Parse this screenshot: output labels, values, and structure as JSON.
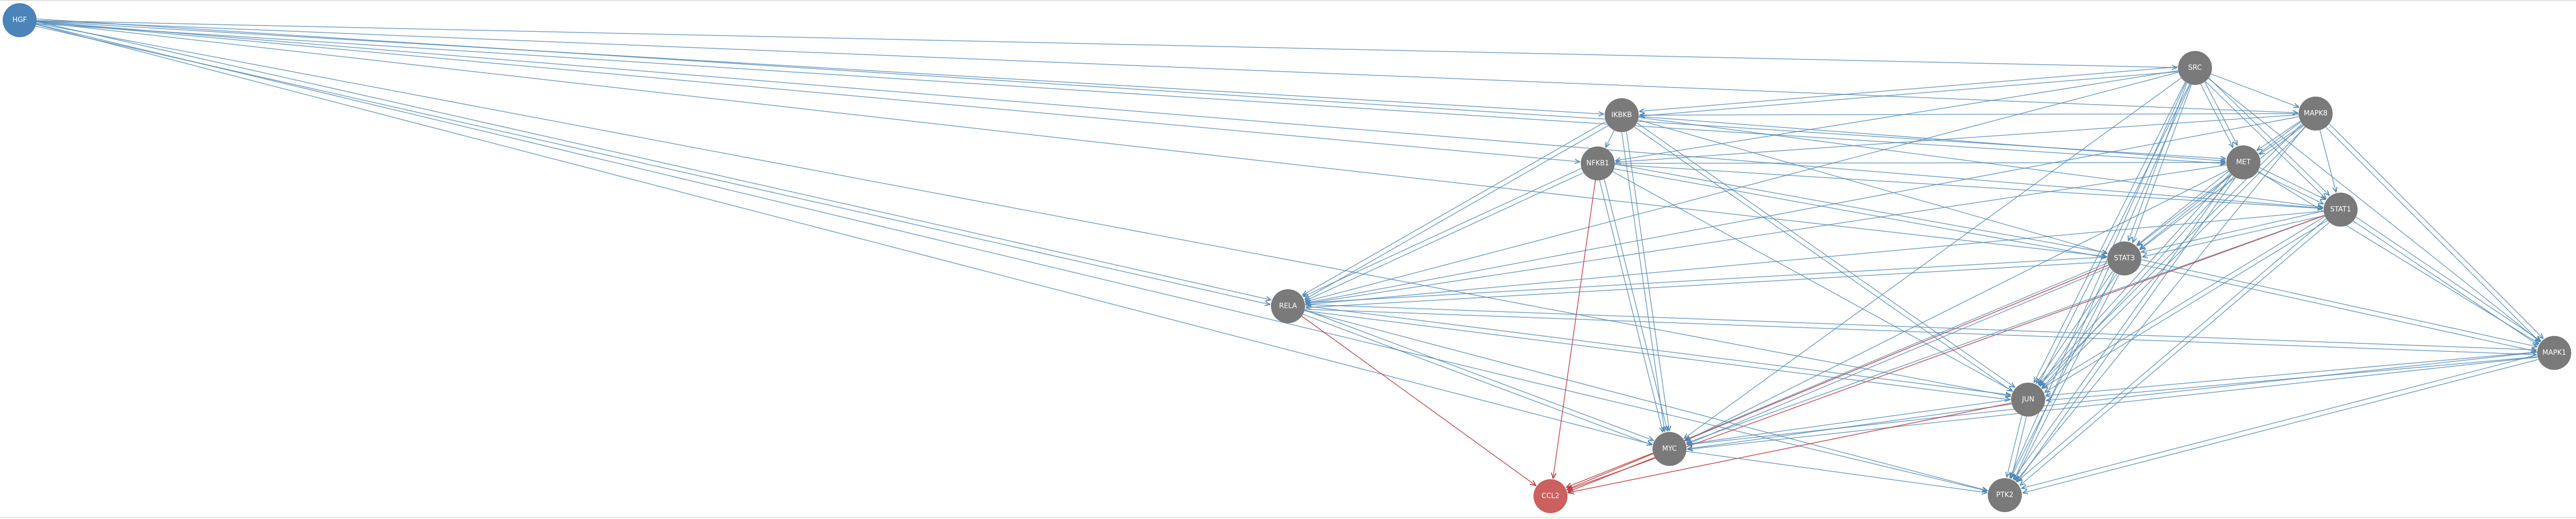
{
  "colors": {
    "source_node": "#4a84b8",
    "gene_node": "#7a7a7a",
    "target_node": "#cc5f5f",
    "edge_activation": "#4f88b8",
    "edge_inhibition": "#c0393c",
    "node_label": "#ffffff"
  },
  "nodes": [
    {
      "id": "HGF",
      "label": "HGF",
      "kind": "source"
    },
    {
      "id": "SRC",
      "label": "SRC",
      "kind": "gene"
    },
    {
      "id": "MAPK8",
      "label": "MAPK8",
      "kind": "gene"
    },
    {
      "id": "IKBKB",
      "label": "IKBKB",
      "kind": "gene"
    },
    {
      "id": "NFKB1",
      "label": "NFKB1",
      "kind": "gene"
    },
    {
      "id": "MET",
      "label": "MET",
      "kind": "gene"
    },
    {
      "id": "STAT1",
      "label": "STAT1",
      "kind": "gene"
    },
    {
      "id": "STAT3",
      "label": "STAT3",
      "kind": "gene"
    },
    {
      "id": "RELA",
      "label": "RELA",
      "kind": "gene"
    },
    {
      "id": "MAPK1",
      "label": "MAPK1",
      "kind": "gene"
    },
    {
      "id": "JUN",
      "label": "JUN",
      "kind": "gene"
    },
    {
      "id": "MYC",
      "label": "MYC",
      "kind": "gene"
    },
    {
      "id": "CCL2",
      "label": "CCL2",
      "kind": "target"
    },
    {
      "id": "PTK2",
      "label": "PTK2",
      "kind": "gene"
    }
  ],
  "edges": [
    [
      "HGF",
      "SRC",
      "activation"
    ],
    [
      "HGF",
      "MAPK8",
      "activation"
    ],
    [
      "HGF",
      "MET",
      "activation"
    ],
    [
      "HGF",
      "MET",
      "activation"
    ],
    [
      "HGF",
      "IKBKB",
      "activation"
    ],
    [
      "HGF",
      "NFKB1",
      "activation"
    ],
    [
      "HGF",
      "STAT1",
      "activation"
    ],
    [
      "HGF",
      "STAT3",
      "activation"
    ],
    [
      "HGF",
      "RELA",
      "activation"
    ],
    [
      "HGF",
      "RELA",
      "activation"
    ],
    [
      "HGF",
      "MYC",
      "activation"
    ],
    [
      "HGF",
      "JUN",
      "activation"
    ],
    [
      "HGF",
      "PTK2",
      "activation"
    ],
    [
      "SRC",
      "IKBKB",
      "activation"
    ],
    [
      "SRC",
      "IKBKB",
      "activation"
    ],
    [
      "SRC",
      "NFKB1",
      "activation"
    ],
    [
      "SRC",
      "MAPK8",
      "activation"
    ],
    [
      "SRC",
      "MET",
      "activation"
    ],
    [
      "SRC",
      "MET",
      "activation"
    ],
    [
      "SRC",
      "STAT1",
      "activation"
    ],
    [
      "SRC",
      "STAT1",
      "activation"
    ],
    [
      "SRC",
      "STAT3",
      "activation"
    ],
    [
      "SRC",
      "STAT3",
      "activation"
    ],
    [
      "SRC",
      "MAPK1",
      "activation"
    ],
    [
      "SRC",
      "JUN",
      "activation"
    ],
    [
      "SRC",
      "JUN",
      "activation"
    ],
    [
      "SRC",
      "PTK2",
      "activation"
    ],
    [
      "SRC",
      "PTK2",
      "activation"
    ],
    [
      "SRC",
      "MYC",
      "activation"
    ],
    [
      "SRC",
      "RELA",
      "activation"
    ],
    [
      "MAPK8",
      "IKBKB",
      "activation"
    ],
    [
      "MAPK8",
      "NFKB1",
      "activation"
    ],
    [
      "MAPK8",
      "MET",
      "activation"
    ],
    [
      "MAPK8",
      "MET",
      "activation"
    ],
    [
      "MAPK8",
      "STAT1",
      "activation"
    ],
    [
      "MAPK8",
      "STAT3",
      "activation"
    ],
    [
      "MAPK8",
      "STAT3",
      "activation"
    ],
    [
      "MAPK8",
      "MAPK1",
      "activation"
    ],
    [
      "MAPK8",
      "MAPK1",
      "activation"
    ],
    [
      "MAPK8",
      "JUN",
      "activation"
    ],
    [
      "MAPK8",
      "JUN",
      "activation"
    ],
    [
      "MAPK8",
      "PTK2",
      "activation"
    ],
    [
      "MAPK8",
      "RELA",
      "activation"
    ],
    [
      "IKBKB",
      "NFKB1",
      "activation"
    ],
    [
      "IKBKB",
      "MET",
      "activation"
    ],
    [
      "IKBKB",
      "STAT3",
      "activation"
    ],
    [
      "IKBKB",
      "STAT1",
      "activation"
    ],
    [
      "IKBKB",
      "RELA",
      "activation"
    ],
    [
      "IKBKB",
      "RELA",
      "activation"
    ],
    [
      "IKBKB",
      "MYC",
      "activation"
    ],
    [
      "IKBKB",
      "MYC",
      "activation"
    ],
    [
      "IKBKB",
      "JUN",
      "activation"
    ],
    [
      "IKBKB",
      "JUN",
      "activation"
    ],
    [
      "NFKB1",
      "STAT3",
      "activation"
    ],
    [
      "NFKB1",
      "STAT3",
      "activation"
    ],
    [
      "NFKB1",
      "STAT1",
      "activation"
    ],
    [
      "NFKB1",
      "MET",
      "activation"
    ],
    [
      "NFKB1",
      "RELA",
      "activation"
    ],
    [
      "NFKB1",
      "RELA",
      "activation"
    ],
    [
      "NFKB1",
      "MYC",
      "activation"
    ],
    [
      "NFKB1",
      "MYC",
      "activation"
    ],
    [
      "NFKB1",
      "JUN",
      "activation"
    ],
    [
      "NFKB1",
      "CCL2",
      "inhibition"
    ],
    [
      "MET",
      "STAT1",
      "activation"
    ],
    [
      "MET",
      "STAT1",
      "activation"
    ],
    [
      "MET",
      "STAT3",
      "activation"
    ],
    [
      "MET",
      "STAT3",
      "activation"
    ],
    [
      "MET",
      "MAPK1",
      "activation"
    ],
    [
      "MET",
      "JUN",
      "activation"
    ],
    [
      "MET",
      "JUN",
      "activation"
    ],
    [
      "MET",
      "PTK2",
      "activation"
    ],
    [
      "MET",
      "PTK2",
      "activation"
    ],
    [
      "MET",
      "MYC",
      "activation"
    ],
    [
      "MET",
      "RELA",
      "activation"
    ],
    [
      "STAT1",
      "STAT3",
      "activation"
    ],
    [
      "STAT1",
      "STAT3",
      "activation"
    ],
    [
      "STAT1",
      "MAPK1",
      "activation"
    ],
    [
      "STAT1",
      "MAPK1",
      "activation"
    ],
    [
      "STAT1",
      "JUN",
      "activation"
    ],
    [
      "STAT1",
      "JUN",
      "activation"
    ],
    [
      "STAT1",
      "PTK2",
      "activation"
    ],
    [
      "STAT1",
      "PTK2",
      "activation"
    ],
    [
      "STAT1",
      "MYC",
      "activation"
    ],
    [
      "STAT1",
      "RELA",
      "activation"
    ],
    [
      "STAT1",
      "CCL2",
      "inhibition"
    ],
    [
      "STAT3",
      "MAPK1",
      "activation"
    ],
    [
      "STAT3",
      "MAPK1",
      "activation"
    ],
    [
      "STAT3",
      "JUN",
      "activation"
    ],
    [
      "STAT3",
      "JUN",
      "activation"
    ],
    [
      "STAT3",
      "PTK2",
      "activation"
    ],
    [
      "STAT3",
      "PTK2",
      "activation"
    ],
    [
      "STAT3",
      "MYC",
      "activation"
    ],
    [
      "STAT3",
      "MYC",
      "activation"
    ],
    [
      "STAT3",
      "RELA",
      "activation"
    ],
    [
      "STAT3",
      "RELA",
      "activation"
    ],
    [
      "STAT3",
      "CCL2",
      "inhibition"
    ],
    [
      "RELA",
      "MAPK1",
      "activation"
    ],
    [
      "RELA",
      "MAPK1",
      "activation"
    ],
    [
      "RELA",
      "JUN",
      "activation"
    ],
    [
      "RELA",
      "JUN",
      "activation"
    ],
    [
      "RELA",
      "MYC",
      "activation"
    ],
    [
      "RELA",
      "MYC",
      "activation"
    ],
    [
      "RELA",
      "PTK2",
      "activation"
    ],
    [
      "RELA",
      "CCL2",
      "inhibition"
    ],
    [
      "MAPK1",
      "JUN",
      "activation"
    ],
    [
      "MAPK1",
      "JUN",
      "activation"
    ],
    [
      "MAPK1",
      "PTK2",
      "activation"
    ],
    [
      "MAPK1",
      "PTK2",
      "activation"
    ],
    [
      "MAPK1",
      "MYC",
      "activation"
    ],
    [
      "MAPK1",
      "MYC",
      "activation"
    ],
    [
      "JUN",
      "MYC",
      "activation"
    ],
    [
      "JUN",
      "MYC",
      "activation"
    ],
    [
      "JUN",
      "PTK2",
      "activation"
    ],
    [
      "JUN",
      "PTK2",
      "activation"
    ],
    [
      "JUN",
      "CCL2",
      "inhibition"
    ],
    [
      "MYC",
      "PTK2",
      "activation"
    ],
    [
      "MYC",
      "CCL2",
      "inhibition"
    ],
    [
      "MYC",
      "CCL2",
      "inhibition"
    ]
  ]
}
